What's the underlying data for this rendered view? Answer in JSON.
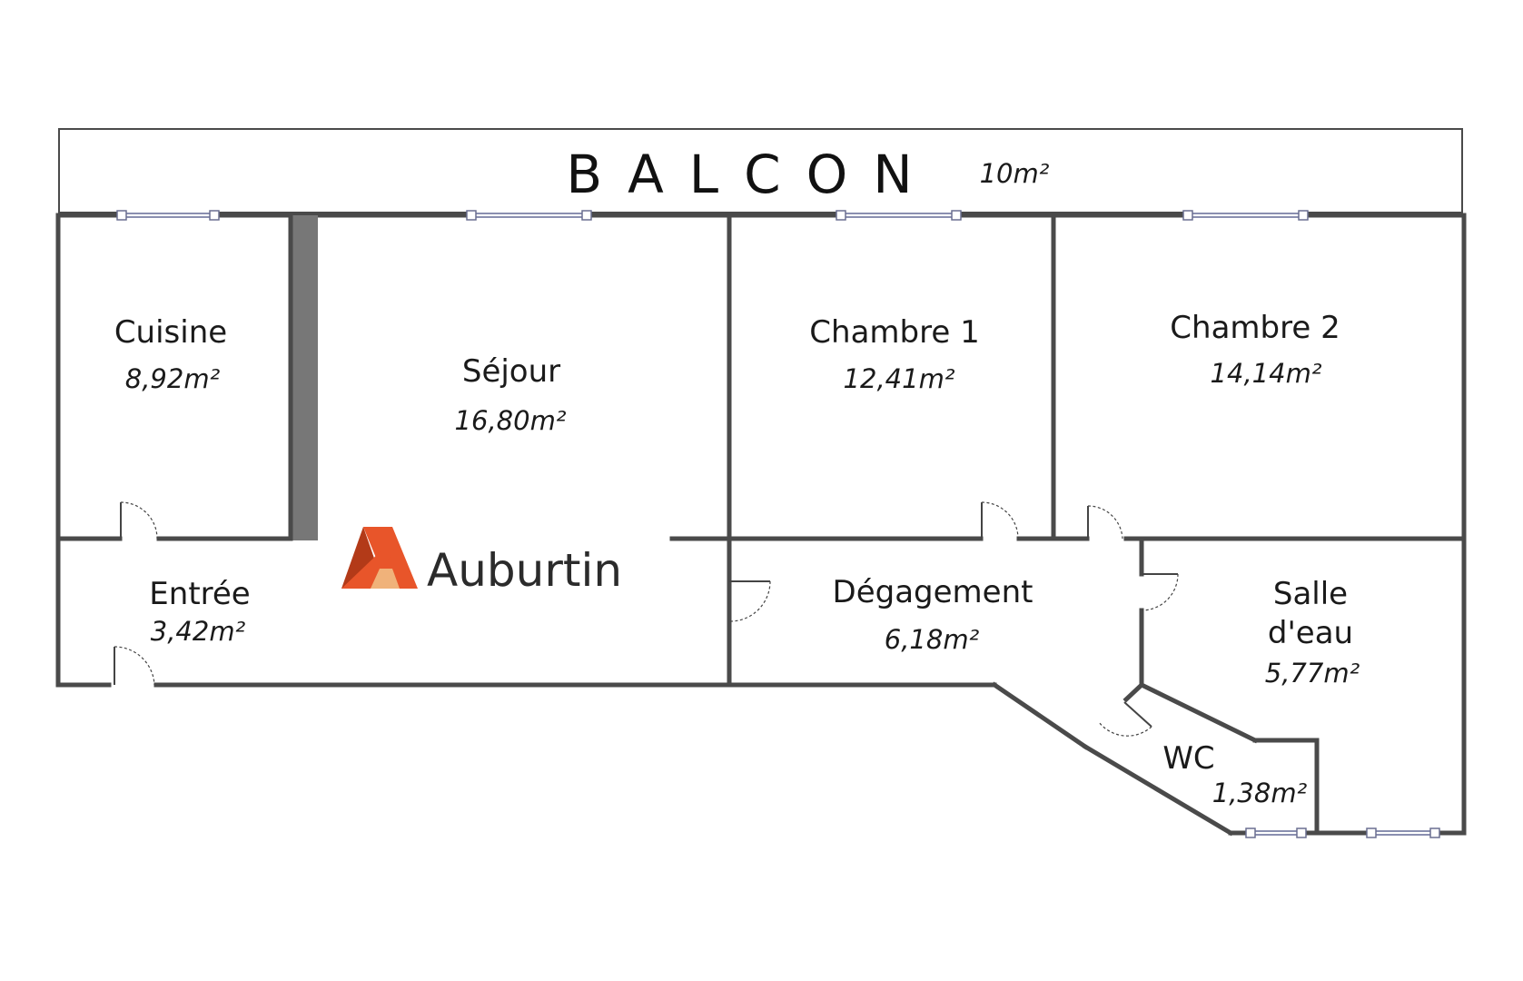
{
  "balcon": {
    "name": "BALCON",
    "area": "10m²"
  },
  "rooms": {
    "cuisine": {
      "name": "Cuisine",
      "area": "8,92m²"
    },
    "sejour": {
      "name": "Séjour",
      "area": "16,80m²"
    },
    "chambre1": {
      "name": "Chambre 1",
      "area": "12,41m²"
    },
    "chambre2": {
      "name": "Chambre 2",
      "area": "14,14m²"
    },
    "entree": {
      "name": "Entrée",
      "area": "3,42m²"
    },
    "degagement": {
      "name": "Dégagement",
      "area": "6,18m²"
    },
    "salle": {
      "name_line1": "Salle",
      "name_line2": "d'eau",
      "area": "5,77m²"
    },
    "wc": {
      "name": "WC",
      "area": "1,38m²"
    }
  },
  "logo": {
    "text": "Auburtin",
    "colors": {
      "orange": "#e8552a",
      "dark_orange": "#b33a18",
      "tan": "#f0b27a"
    }
  },
  "colors": {
    "wall": "#4a4a4a",
    "window": "#8a8fb0",
    "text": "#1a1a1a"
  }
}
